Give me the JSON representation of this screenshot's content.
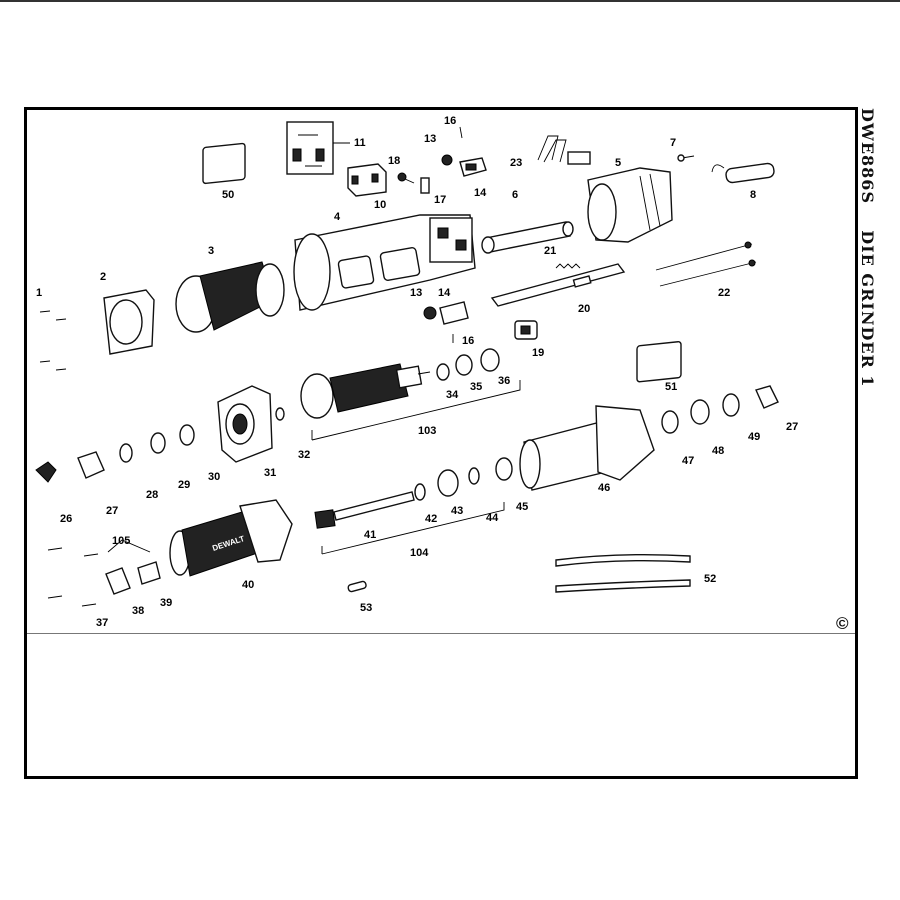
{
  "document": {
    "model": "DWE886S",
    "title": "DIE GRINDER 1",
    "copyright_symbol": "©"
  },
  "parts": [
    {
      "id": "p1a",
      "label": "1"
    },
    {
      "id": "p2",
      "label": "2"
    },
    {
      "id": "p3",
      "label": "3"
    },
    {
      "id": "p4",
      "label": "4"
    },
    {
      "id": "p5",
      "label": "5"
    },
    {
      "id": "p6",
      "label": "6"
    },
    {
      "id": "p7",
      "label": "7"
    },
    {
      "id": "p8",
      "label": "8"
    },
    {
      "id": "p10",
      "label": "10"
    },
    {
      "id": "p11",
      "label": "11"
    },
    {
      "id": "p13a",
      "label": "13"
    },
    {
      "id": "p13b",
      "label": "13"
    },
    {
      "id": "p14a",
      "label": "14"
    },
    {
      "id": "p14b",
      "label": "14"
    },
    {
      "id": "p16a",
      "label": "16"
    },
    {
      "id": "p16b",
      "label": "16"
    },
    {
      "id": "p17",
      "label": "17"
    },
    {
      "id": "p18",
      "label": "18"
    },
    {
      "id": "p19",
      "label": "19"
    },
    {
      "id": "p20",
      "label": "20"
    },
    {
      "id": "p21",
      "label": "21"
    },
    {
      "id": "p22",
      "label": "22"
    },
    {
      "id": "p23",
      "label": "23"
    },
    {
      "id": "p26",
      "label": "26"
    },
    {
      "id": "p27a",
      "label": "27"
    },
    {
      "id": "p27b",
      "label": "27"
    },
    {
      "id": "p28",
      "label": "28"
    },
    {
      "id": "p29",
      "label": "29"
    },
    {
      "id": "p30",
      "label": "30"
    },
    {
      "id": "p31",
      "label": "31"
    },
    {
      "id": "p32",
      "label": "32"
    },
    {
      "id": "p34",
      "label": "34"
    },
    {
      "id": "p35",
      "label": "35"
    },
    {
      "id": "p36",
      "label": "36"
    },
    {
      "id": "p37",
      "label": "37"
    },
    {
      "id": "p38",
      "label": "38"
    },
    {
      "id": "p39",
      "label": "39"
    },
    {
      "id": "p40",
      "label": "40"
    },
    {
      "id": "p41",
      "label": "41"
    },
    {
      "id": "p42",
      "label": "42"
    },
    {
      "id": "p43",
      "label": "43"
    },
    {
      "id": "p44",
      "label": "44"
    },
    {
      "id": "p45",
      "label": "45"
    },
    {
      "id": "p46",
      "label": "46"
    },
    {
      "id": "p47",
      "label": "47"
    },
    {
      "id": "p48",
      "label": "48"
    },
    {
      "id": "p49",
      "label": "49"
    },
    {
      "id": "p50",
      "label": "50"
    },
    {
      "id": "p51",
      "label": "51"
    },
    {
      "id": "p52",
      "label": "52"
    },
    {
      "id": "p53",
      "label": "53"
    },
    {
      "id": "p103",
      "label": "103"
    },
    {
      "id": "p104",
      "label": "104"
    },
    {
      "id": "p105",
      "label": "105"
    }
  ],
  "brand_logo_text": "DEWALT"
}
